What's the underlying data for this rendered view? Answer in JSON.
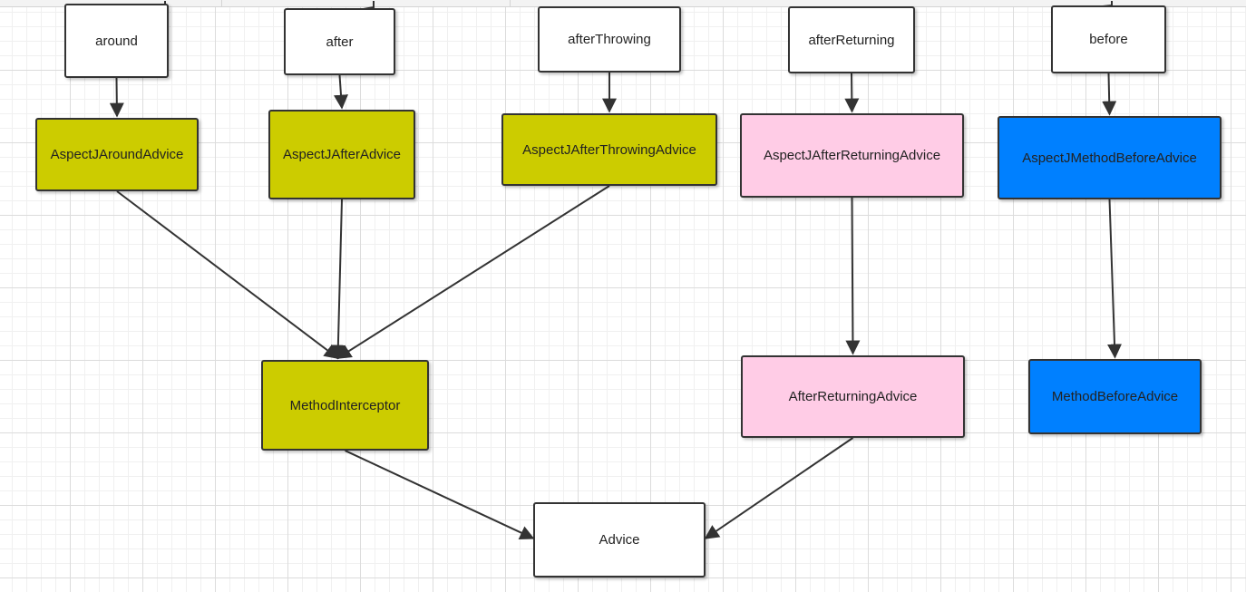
{
  "diagram": {
    "nodes": {
      "around": "around",
      "after": "after",
      "afterThrowing": "afterThrowing",
      "afterReturning": "afterReturning",
      "before": "before",
      "aspectJAroundAdvice": "AspectJAroundAdvice",
      "aspectJAfterAdvice": "AspectJAfterAdvice",
      "aspectJAfterThrowingAdvice": "AspectJAfterThrowingAdvice",
      "aspectJAfterReturningAdvice": "AspectJAfterReturningAdvice",
      "aspectJMethodBeforeAdvice": "AspectJMethodBeforeAdvice",
      "methodInterceptor": "MethodInterceptor",
      "afterReturningAdvice": "AfterReturningAdvice",
      "methodBeforeAdvice": "MethodBeforeAdvice",
      "advice": "Advice"
    },
    "edges": [
      {
        "from": "around",
        "to": "aspectJAroundAdvice"
      },
      {
        "from": "after",
        "to": "aspectJAfterAdvice"
      },
      {
        "from": "afterThrowing",
        "to": "aspectJAfterThrowingAdvice"
      },
      {
        "from": "afterReturning",
        "to": "aspectJAfterReturningAdvice"
      },
      {
        "from": "before",
        "to": "aspectJMethodBeforeAdvice"
      },
      {
        "from": "aspectJAroundAdvice",
        "to": "methodInterceptor"
      },
      {
        "from": "aspectJAfterAdvice",
        "to": "methodInterceptor"
      },
      {
        "from": "aspectJAfterThrowingAdvice",
        "to": "methodInterceptor"
      },
      {
        "from": "aspectJAfterReturningAdvice",
        "to": "afterReturningAdvice"
      },
      {
        "from": "aspectJMethodBeforeAdvice",
        "to": "methodBeforeAdvice"
      },
      {
        "from": "methodInterceptor",
        "to": "advice"
      },
      {
        "from": "afterReturningAdvice",
        "to": "advice"
      }
    ],
    "colors": {
      "white": "#ffffff",
      "olive": "#cccc00",
      "pink": "#ffcce6",
      "blue": "#0080ff",
      "stroke": "#333333"
    }
  }
}
